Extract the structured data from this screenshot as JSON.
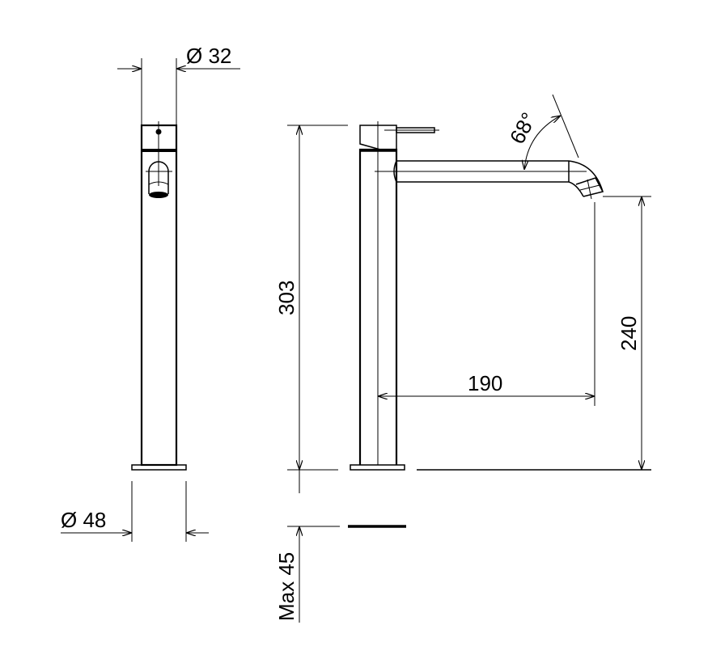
{
  "dimensions": {
    "top_diameter": "Ø 32",
    "base_diameter": "Ø 48",
    "total_height": "303",
    "spout_height": "240",
    "spout_reach": "190",
    "max_deck_thickness": "Max 45",
    "lever_angle": "68°"
  },
  "colors": {
    "line": "#000000",
    "background": "#ffffff"
  }
}
